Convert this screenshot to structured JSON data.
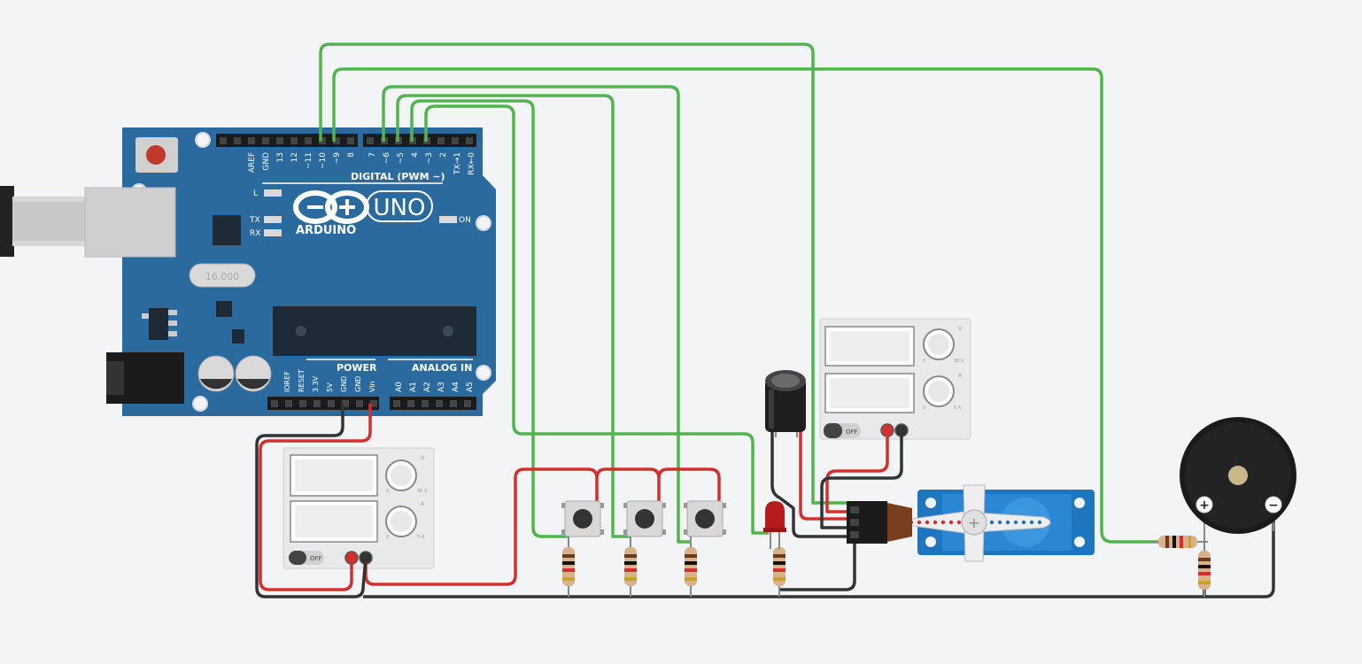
{
  "arduino": {
    "brand": "ARDUINO",
    "model": "UNO",
    "digital_header_label": "DIGITAL (PWM ~)",
    "on_label": "ON",
    "l_label": "L",
    "tx_label": "TX",
    "rx_label": "RX",
    "power_label": "POWER",
    "analog_label": "ANALOG IN",
    "crystal_label": "16.000",
    "digital_pins": [
      "AREF",
      "GND",
      "13",
      "12",
      "~11",
      "~10",
      "~9",
      "8",
      "7",
      "~6",
      "~5",
      "4",
      "~3",
      "2",
      "TX→1",
      "RX←0"
    ],
    "power_pins": [
      "IOREF",
      "RESET",
      "3.3V",
      "5V",
      "GND",
      "GND",
      "Vin"
    ],
    "analog_pins": [
      "A0",
      "A1",
      "A2",
      "A3",
      "A4",
      "A5"
    ]
  },
  "power_supply": {
    "switch_label": "OFF",
    "voltage_unit": "V",
    "current_unit": "A",
    "scale_v_min": "0",
    "scale_v_max": "30 V",
    "scale_a_min": "0",
    "scale_a_max": "5 A"
  },
  "buzzer": {
    "plus_label": "+",
    "minus_label": "−"
  },
  "colors": {
    "background": "#f3f4f6",
    "board": "#2b6a9e",
    "wire_signal": "#52b44f",
    "wire_power": "#d32f2f",
    "wire_ground": "#333333",
    "servo": "#1f76c0"
  }
}
